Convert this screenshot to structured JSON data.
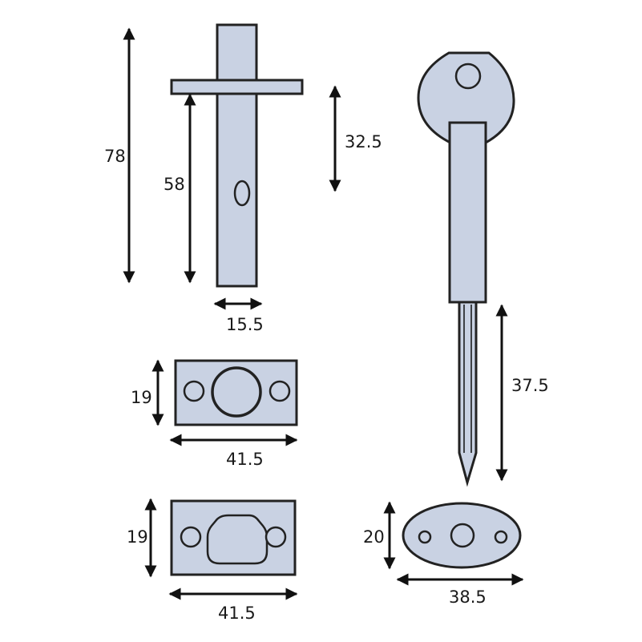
{
  "colors": {
    "part_fill": "#c9d2e3",
    "outline": "#222222",
    "dimension": "#111111",
    "background": "#ffffff"
  },
  "dimensions": {
    "bolt_total_length": "78",
    "bolt_length_below_plate": "58",
    "bolt_throw": "32.5",
    "bolt_width": "15.5",
    "strike_plate_height": "19",
    "strike_plate_width": "41.5",
    "keep_plate_height": "19",
    "keep_plate_width": "41.5",
    "key_pin_length": "37.5",
    "escutcheon_height": "20",
    "escutcheon_width": "38.5"
  }
}
